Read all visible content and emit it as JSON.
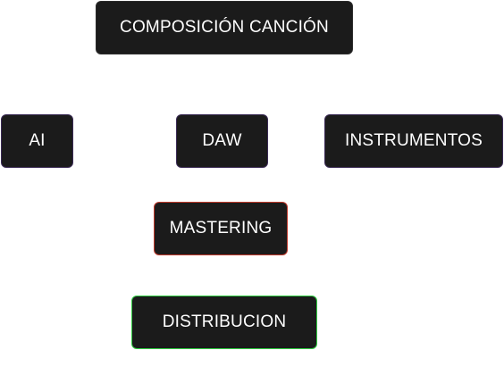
{
  "diagram": {
    "nodes": {
      "composicion": {
        "label": "COMPOSICIÓN CANCIÓN",
        "border_color": "#2b2b2b"
      },
      "ai": {
        "label": "AI",
        "border_color": "#3a2a55"
      },
      "daw": {
        "label": "DAW",
        "border_color": "#3a2a55"
      },
      "instrumentos": {
        "label": "INSTRUMENTOS",
        "border_color": "#3a2a55"
      },
      "mastering": {
        "label": "MASTERING",
        "border_color": "#c0392b"
      },
      "distribucion": {
        "label": "DISTRIBUCION",
        "border_color": "#2ecc40"
      }
    },
    "node_fill": "#1b1b1b",
    "text_color": "#ffffff",
    "background": "#ffffff"
  }
}
